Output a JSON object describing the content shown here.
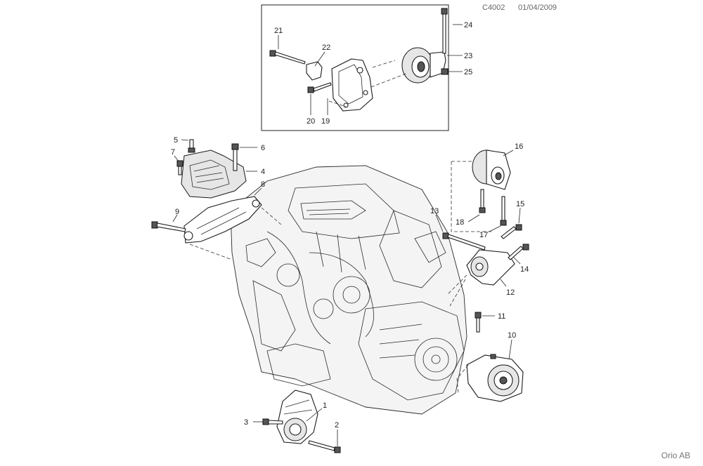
{
  "header": {
    "diagram_code": "C4002",
    "date": "01/04/2009"
  },
  "footer": {
    "brand": "Orio AB"
  },
  "callouts": [
    {
      "id": "c1",
      "label": "1"
    },
    {
      "id": "c2",
      "label": "2"
    },
    {
      "id": "c3",
      "label": "3"
    },
    {
      "id": "c4",
      "label": "4"
    },
    {
      "id": "c5",
      "label": "5"
    },
    {
      "id": "c6",
      "label": "6"
    },
    {
      "id": "c7",
      "label": "7"
    },
    {
      "id": "c8",
      "label": "8"
    },
    {
      "id": "c9",
      "label": "9"
    },
    {
      "id": "c10",
      "label": "10"
    },
    {
      "id": "c11",
      "label": "11"
    },
    {
      "id": "c12",
      "label": "12"
    },
    {
      "id": "c13",
      "label": "13"
    },
    {
      "id": "c14",
      "label": "14"
    },
    {
      "id": "c15",
      "label": "15"
    },
    {
      "id": "c16",
      "label": "16"
    },
    {
      "id": "c17",
      "label": "17"
    },
    {
      "id": "c18",
      "label": "18"
    },
    {
      "id": "c19",
      "label": "19"
    },
    {
      "id": "c20",
      "label": "20"
    },
    {
      "id": "c21",
      "label": "21"
    },
    {
      "id": "c22",
      "label": "22"
    },
    {
      "id": "c23",
      "label": "23"
    },
    {
      "id": "c24",
      "label": "24"
    },
    {
      "id": "c25",
      "label": "25"
    }
  ]
}
